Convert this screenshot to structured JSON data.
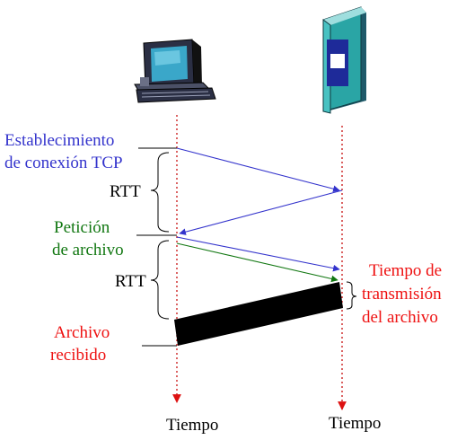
{
  "labels": {
    "establish_line1": "Establecimiento",
    "establish_line2": "de conexión TCP",
    "rtt_top": "RTT",
    "request_line1": "Petición",
    "request_line2": "de archivo",
    "rtt_bottom": "RTT",
    "received_line1": "Archivo",
    "received_line2": "recibido",
    "tx_line1": "Tiempo de",
    "tx_line2": "transmisión",
    "tx_line3": "del archivo",
    "time_client": "Tiempo",
    "time_server": "Tiempo"
  },
  "icons": {
    "client": "desktop-computer-icon",
    "server": "server-tower-icon"
  },
  "colors": {
    "blue": "#3333cc",
    "green": "#117711",
    "red": "#ee1111",
    "black": "#000000",
    "timeline": "#cc2222"
  }
}
